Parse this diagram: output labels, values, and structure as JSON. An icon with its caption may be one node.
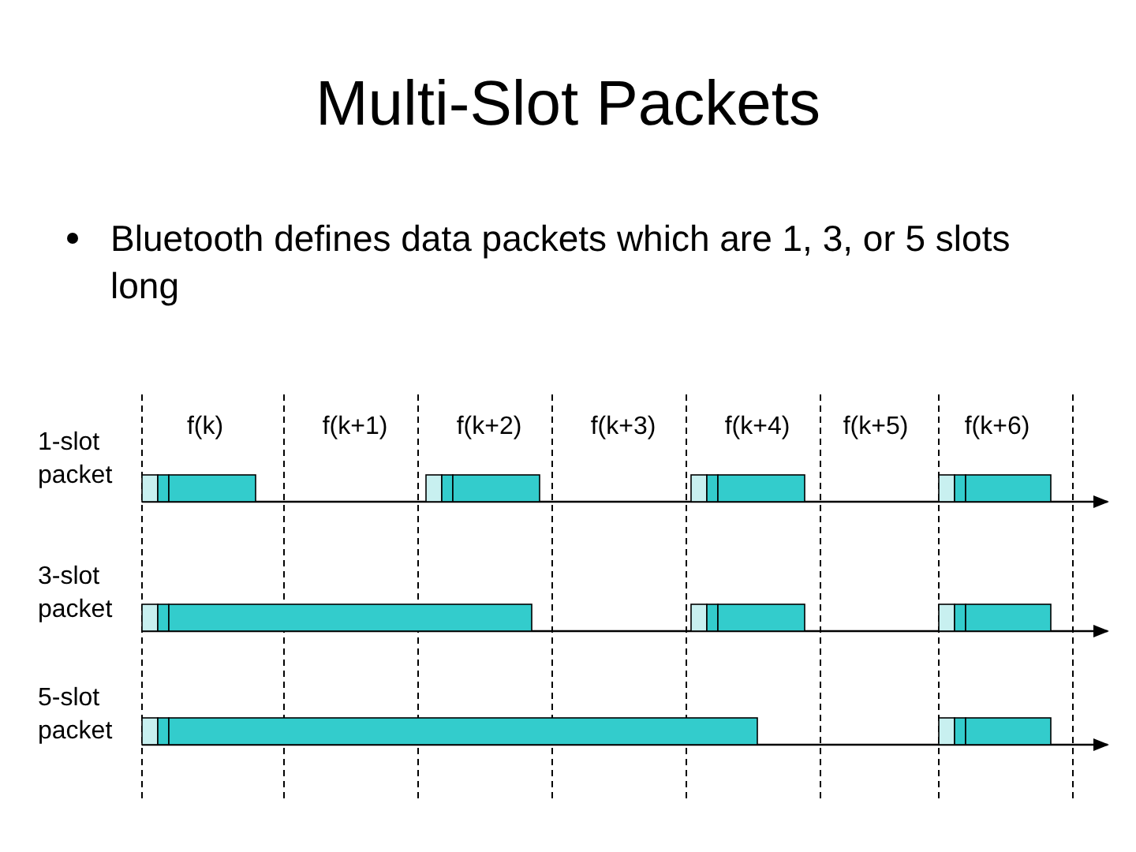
{
  "diagram": {
    "title": "Multi-Slot Packets",
    "labels": [
      "Bluetooth defines data packets which are 1, 3, or 5 slots long",
      "f(k)",
      "f(k+1)",
      "f(k+2)",
      "f(k+3)",
      "f(k+4)",
      "f(k+5)",
      "f(k+6)",
      "1-slot packet",
      "3-slot packet",
      "5-slot packet"
    ]
  }
}
